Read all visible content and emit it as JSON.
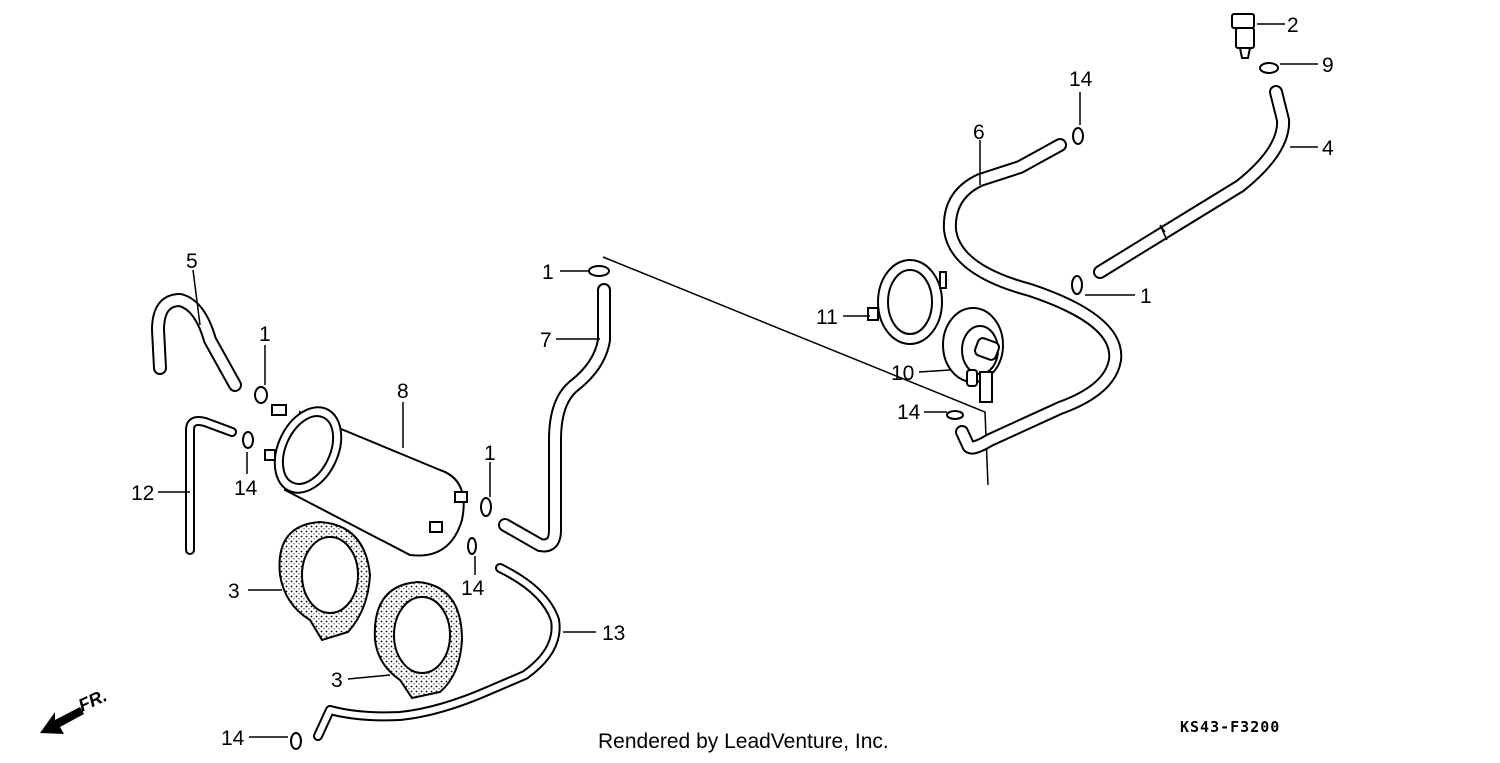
{
  "diagram": {
    "footer": "Rendered by LeadVenture, Inc.",
    "code": "KS43-F3200",
    "direction_label": "FR."
  },
  "callouts": [
    {
      "id": "c2",
      "text": "2"
    },
    {
      "id": "c9",
      "text": "9"
    },
    {
      "id": "c14a",
      "text": "14"
    },
    {
      "id": "c6",
      "text": "6"
    },
    {
      "id": "c4",
      "text": "4"
    },
    {
      "id": "c1a",
      "text": "1"
    },
    {
      "id": "c1b",
      "text": "1"
    },
    {
      "id": "c11",
      "text": "11"
    },
    {
      "id": "c10",
      "text": "10"
    },
    {
      "id": "c14b",
      "text": "14"
    },
    {
      "id": "c5",
      "text": "5"
    },
    {
      "id": "c7",
      "text": "7"
    },
    {
      "id": "c1c",
      "text": "1"
    },
    {
      "id": "c8",
      "text": "8"
    },
    {
      "id": "c14c",
      "text": "14"
    },
    {
      "id": "c12",
      "text": "12"
    },
    {
      "id": "c1d",
      "text": "1"
    },
    {
      "id": "c14d",
      "text": "14"
    },
    {
      "id": "c3a",
      "text": "3"
    },
    {
      "id": "c13",
      "text": "13"
    },
    {
      "id": "c3b",
      "text": "3"
    },
    {
      "id": "c14e",
      "text": "14"
    }
  ]
}
